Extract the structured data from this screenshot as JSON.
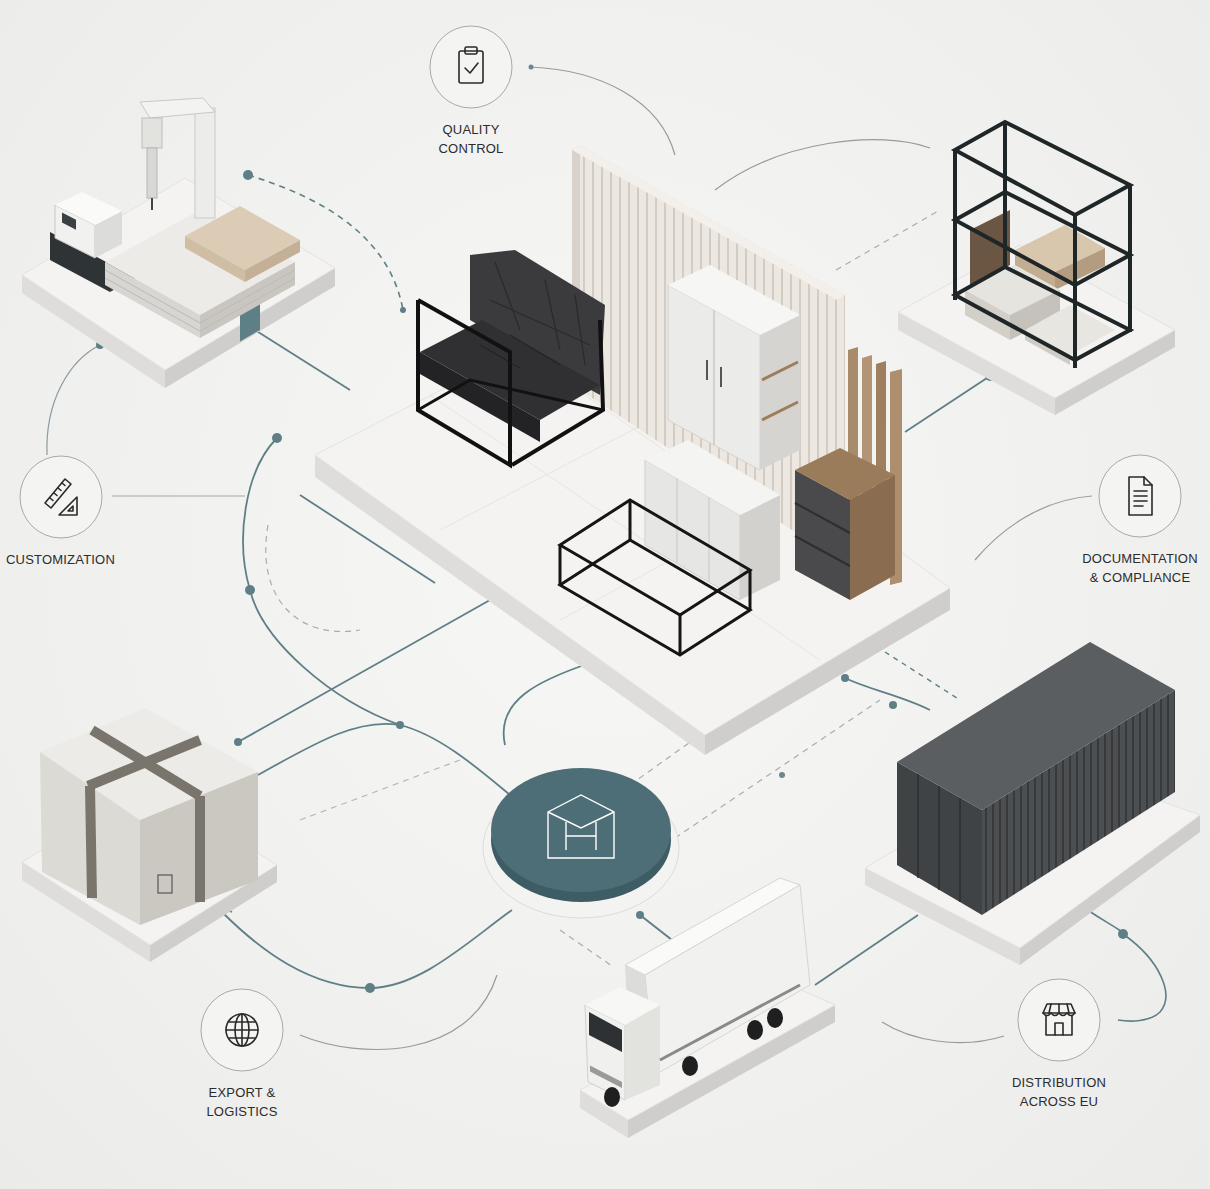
{
  "diagram": {
    "nodes": [
      {
        "text": [
          "QUALITY CONTROL"
        ]
      },
      {
        "text": [
          "CUSTOMIZATION"
        ]
      },
      {
        "text": [
          "DOCUMENTATION & COMPLIANCE"
        ]
      },
      {
        "text": [
          "EXPORT & LOGISTICS"
        ]
      },
      {
        "text": [
          "DISTRIBUTION ACROSS EU"
        ]
      }
    ]
  }
}
